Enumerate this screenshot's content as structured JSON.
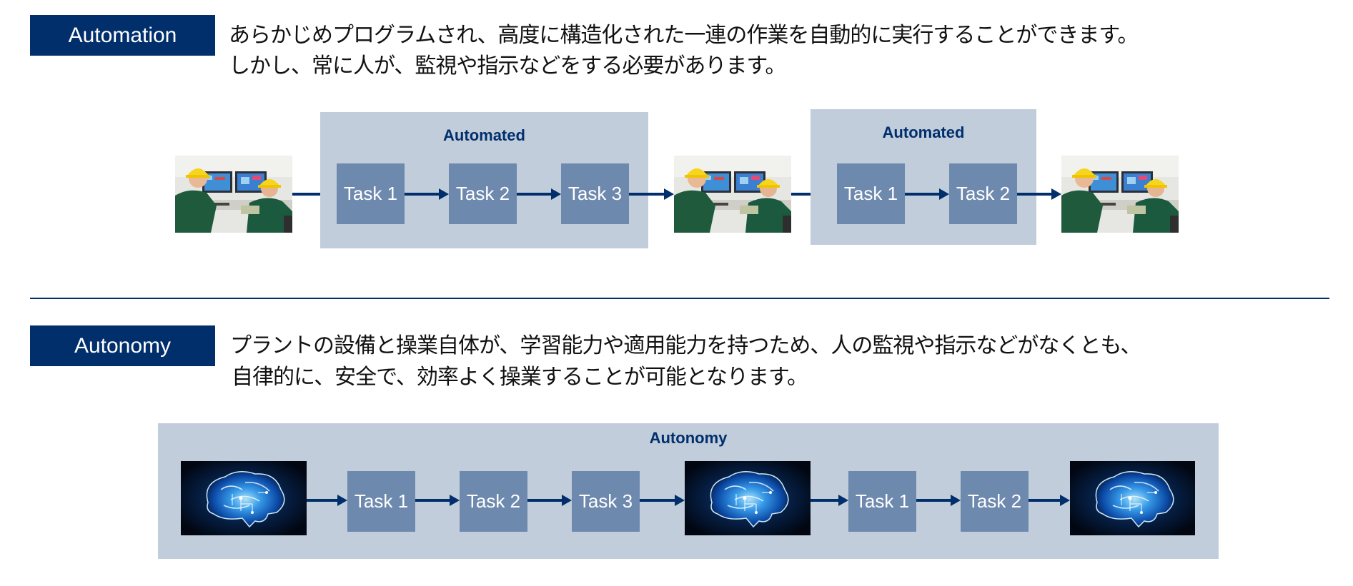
{
  "automation": {
    "label": "Automation",
    "desc_line1": "あらかじめプログラムされ、高度に構造化された一連の作業を自動的に実行することができます。",
    "desc_line2": "しかし、常に人が、監視や指示などをする必要があります。",
    "group1": {
      "title": "Automated",
      "tasks": [
        "Task 1",
        "Task 2",
        "Task 3"
      ]
    },
    "group2": {
      "title": "Automated",
      "tasks": [
        "Task 1",
        "Task 2"
      ]
    },
    "node_icon": "operators-at-monitors-photo"
  },
  "autonomy": {
    "label": "Autonomy",
    "desc_line1": "プラントの設備と操業自体が、学習能力や適用能力を持つため、人の監視や指示などがなくとも、",
    "desc_line2": "自律的に、安全で、効率よく操業することが可能となります。",
    "panel_title": "Autonomy",
    "tasks_a": [
      "Task 1",
      "Task 2",
      "Task 3"
    ],
    "tasks_b": [
      "Task 1",
      "Task 2"
    ],
    "node_icon": "digital-brain-image"
  },
  "colors": {
    "navy": "#002F6C",
    "panel": "#C2CDDC",
    "task": "#6E89AE"
  }
}
